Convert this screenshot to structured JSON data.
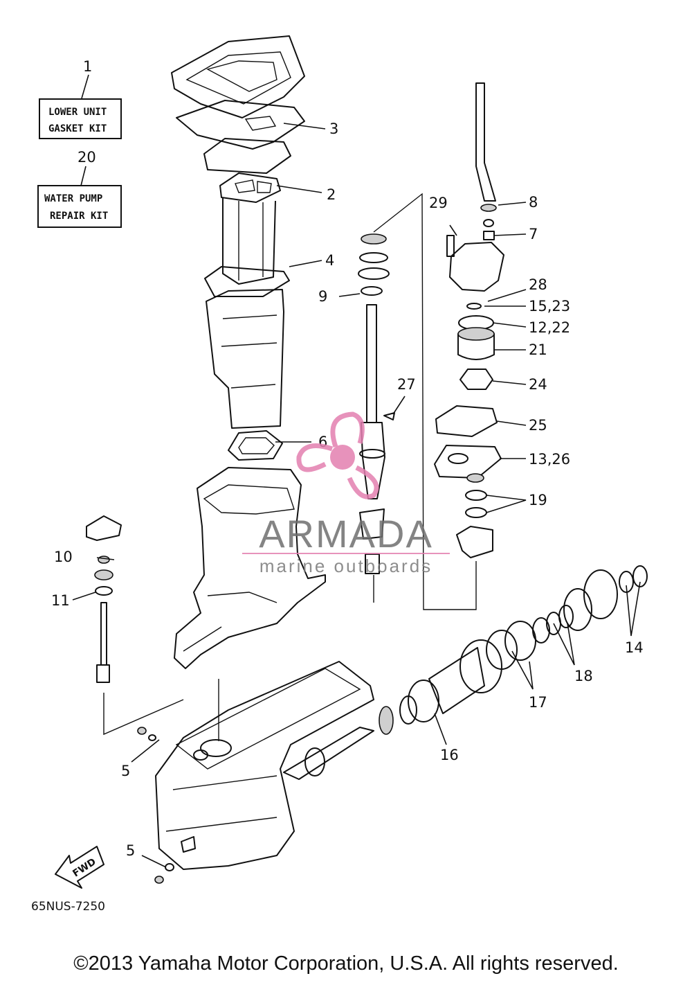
{
  "kits": {
    "lower_unit": {
      "number": "1",
      "line1": "LOWER UNIT",
      "line2": "GASKET KIT"
    },
    "water_pump": {
      "number": "20",
      "line1": "WATER PUMP",
      "line2": "REPAIR KIT"
    }
  },
  "callouts": {
    "c2": "2",
    "c3": "3",
    "c4": "4",
    "c5a": "5",
    "c5b": "5",
    "c6": "6",
    "c7": "7",
    "c8": "8",
    "c9": "9",
    "c10": "10",
    "c11": "11",
    "c12_22": "12,22",
    "c13_26": "13,26",
    "c14": "14",
    "c15_23": "15,23",
    "c16": "16",
    "c17": "17",
    "c18": "18",
    "c19": "19",
    "c21": "21",
    "c24": "24",
    "c25": "25",
    "c27": "27",
    "c28": "28",
    "c29": "29"
  },
  "fwd_label": "FWD",
  "diagram_code": "65NUS-7250",
  "watermark": {
    "brand": "ARMADA",
    "tagline": "marine outboards",
    "color": "#e37fb0"
  },
  "copyright": "©2013 Yamaha Motor Corporation, U.S.A. All rights reserved."
}
